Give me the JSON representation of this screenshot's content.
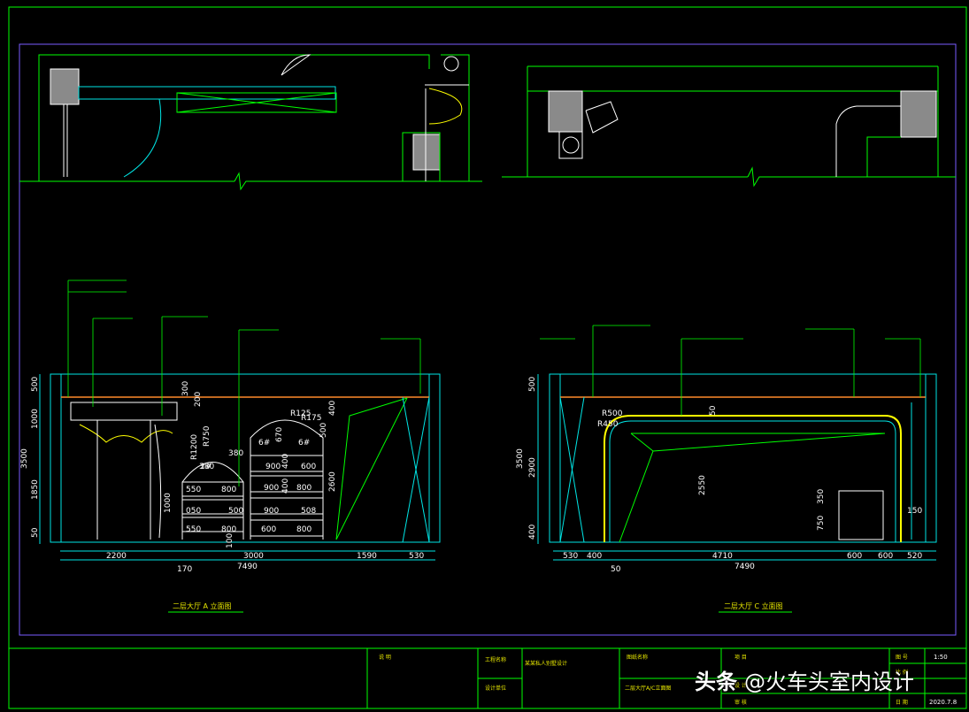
{
  "watermark": {
    "brand": "头条",
    "handle": "@火车头室内设计"
  },
  "elevation_a": {
    "title": "二层大厅 A 立面图",
    "labels": [
      "——————",
      "——————",
      "——————"
    ],
    "bottom_dims": [
      "2200",
      "3000",
      "1590",
      "530"
    ],
    "sub_dims": [
      "170"
    ],
    "total": "7490",
    "left_dims": [
      "500",
      "1000",
      "3500",
      "1850",
      "50"
    ],
    "inner_dims": [
      "300",
      "200",
      "R125",
      "R175",
      "670",
      "400",
      "500",
      "2600",
      "R750",
      "R1200",
      "380",
      "380",
      "1000",
      "400",
      "400",
      "100"
    ],
    "cabinet_dims": [
      [
        "550",
        "800",
        "900",
        "800"
      ],
      [
        "050",
        "500",
        "900",
        "508"
      ],
      [
        "550",
        "800",
        "600",
        "800"
      ]
    ],
    "arch_labels": [
      "6#",
      "6#",
      "2#"
    ],
    "cab_top": [
      "900",
      "600"
    ],
    "cab_mid": [
      "600",
      "800"
    ]
  },
  "elevation_c": {
    "title": "二层大厅 C 立面图",
    "bottom_dims": [
      "530",
      "400",
      "4710",
      "600",
      "600",
      "520"
    ],
    "sub_dims": [
      "50"
    ],
    "total": "7490",
    "left_dims": [
      "500",
      "3500",
      "2900",
      "400"
    ],
    "inner_dims": [
      "R500",
      "R450",
      "50",
      "2550",
      "350",
      "750",
      "150"
    ]
  },
  "title_block": {
    "notes_head": "说   明",
    "project_label": "工程名称",
    "drawing_label": "图纸名称",
    "design_label": "设计单位",
    "drawing_name": "二层大厅A/C立面图",
    "col_headers": [
      "项 目",
      "设 计",
      "审 核"
    ],
    "right_labels": [
      "图 号",
      "比 例",
      "日 期"
    ],
    "scale": "1:50",
    "date": "2020.7.8",
    "project_name": "某某私人别墅设计"
  }
}
